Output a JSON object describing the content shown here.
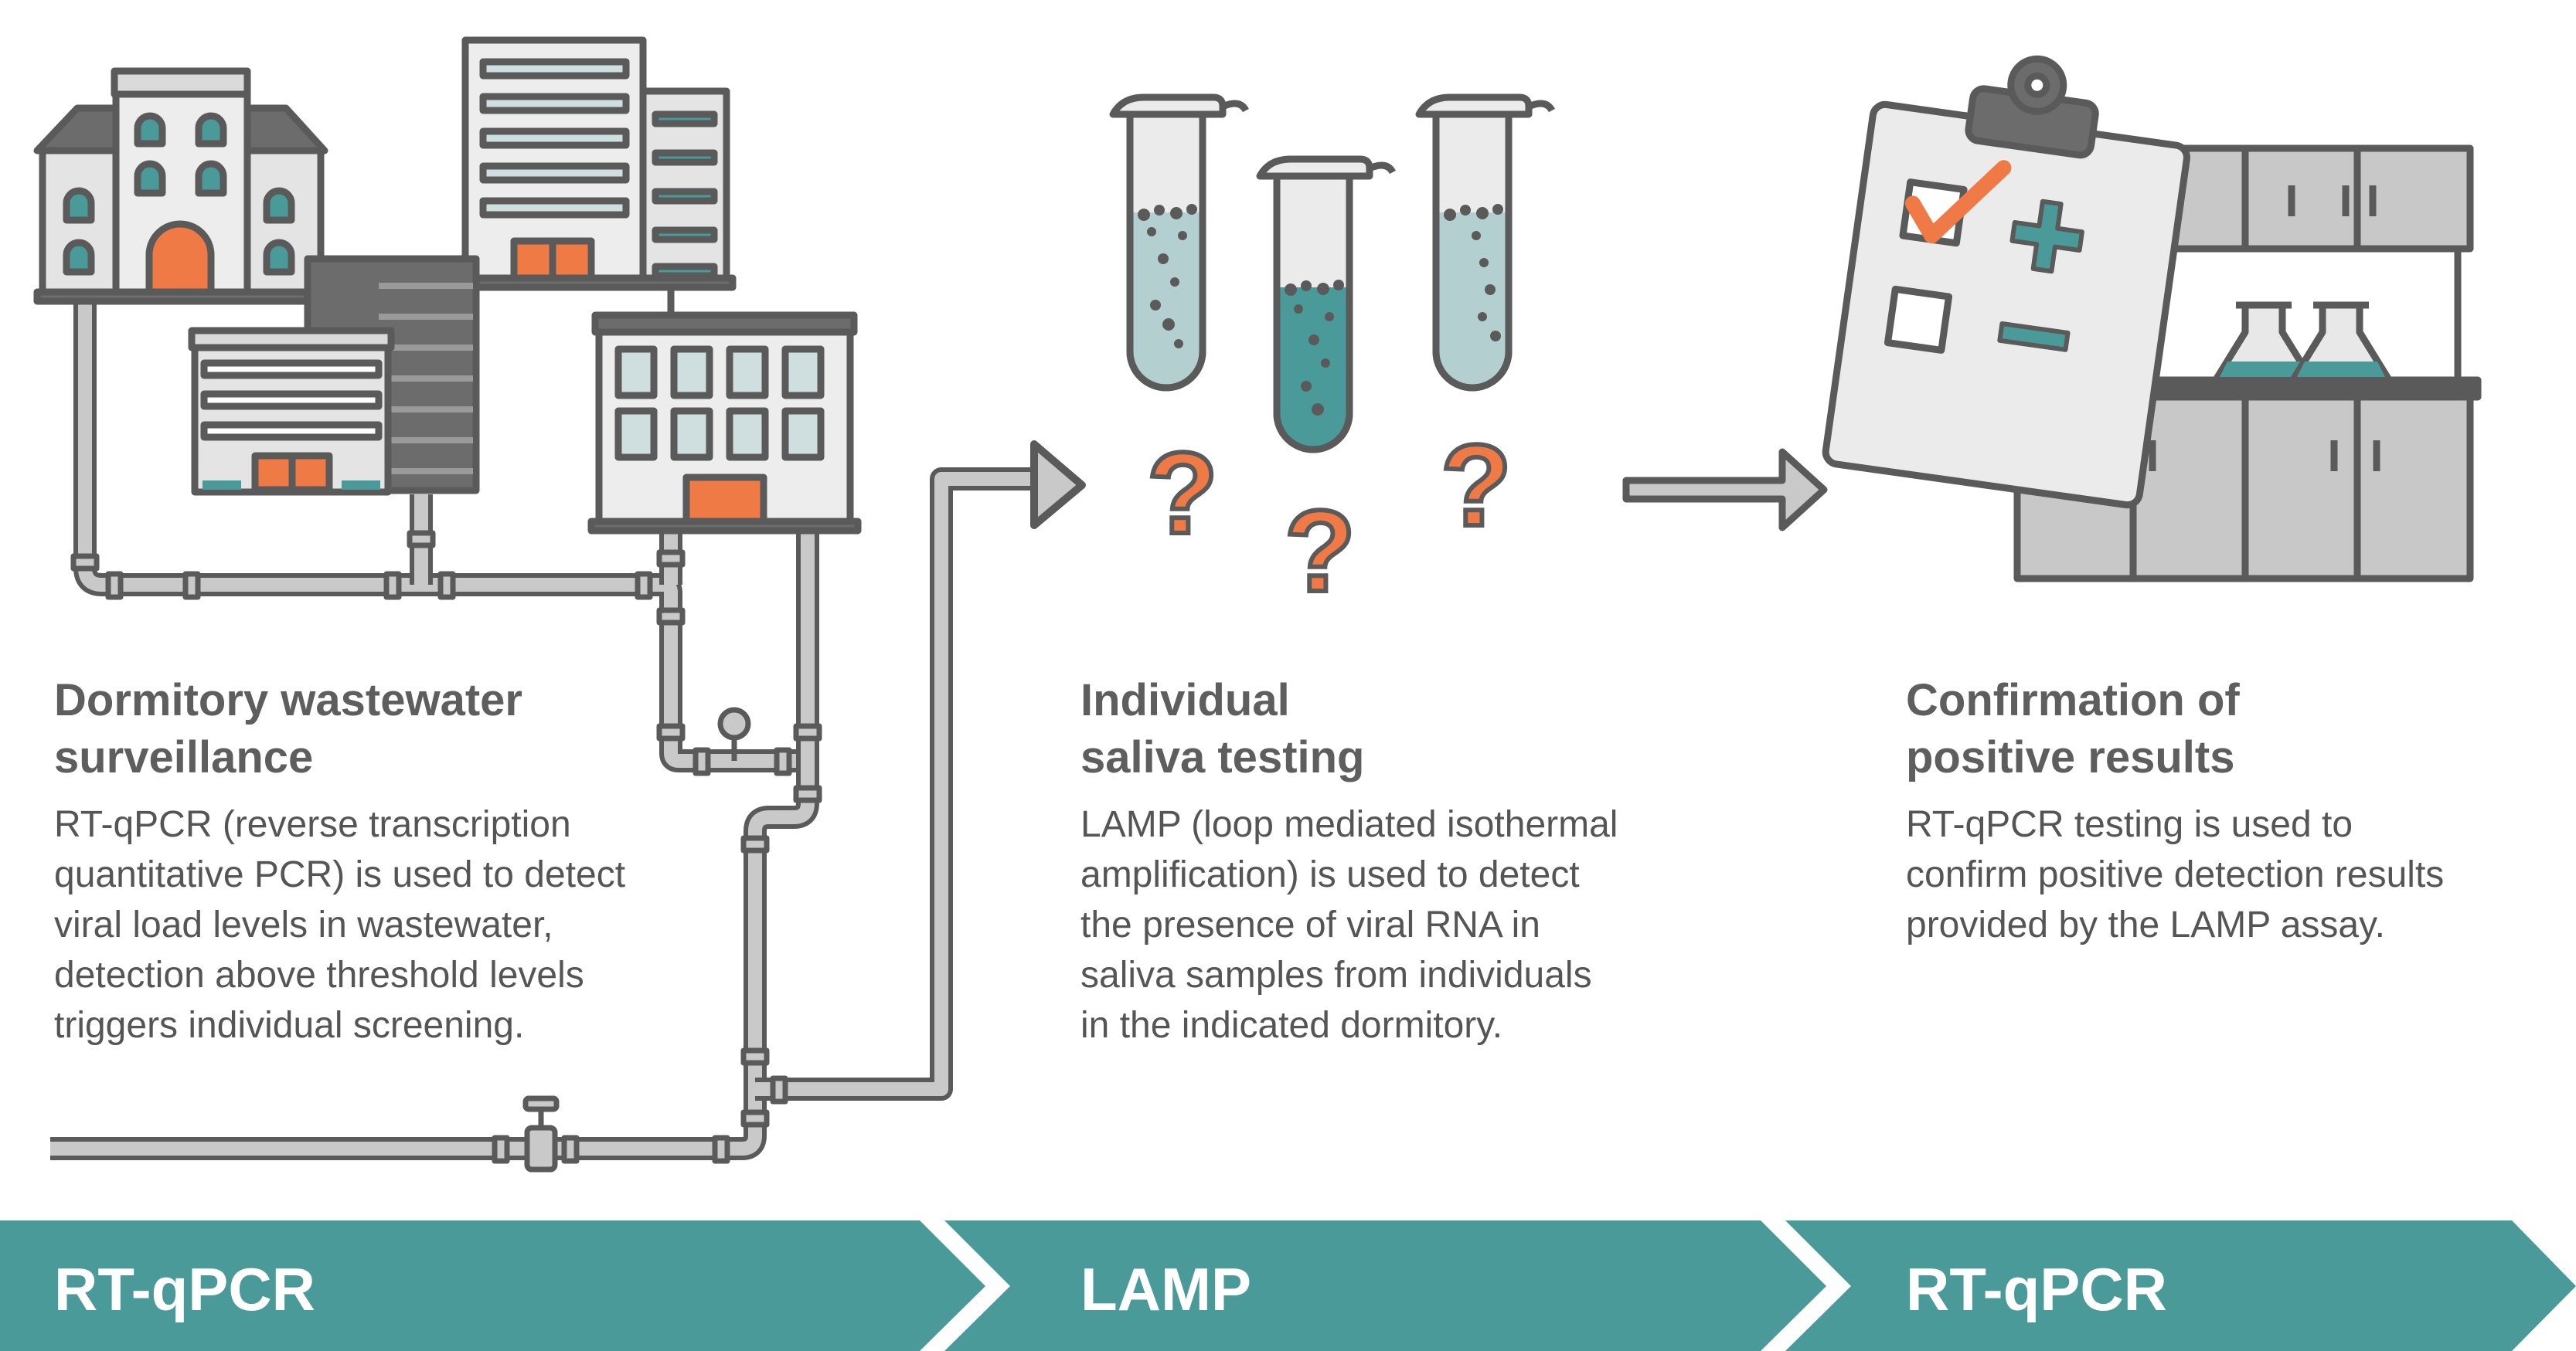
{
  "colors": {
    "teal": "#4a9a9a",
    "orange": "#f07a45",
    "outline": "#5a5a5a",
    "pipe": "#c9c9c9",
    "heading_text": "#5e5e5e",
    "body_text": "#555555",
    "banner_text": "#ffffff"
  },
  "stages": [
    {
      "banner_label": "RT-qPCR",
      "heading_lines": [
        "Dormitory wastewater",
        "surveillance"
      ],
      "description_lines": [
        "RT-qPCR (reverse transcription",
        "quantitative PCR) is used to detect",
        "viral load levels in wastewater,",
        "detection above threshold levels",
        "triggers individual screening."
      ]
    },
    {
      "banner_label": "LAMP",
      "heading_lines": [
        "Individual",
        "saliva testing"
      ],
      "description_lines": [
        "LAMP (loop mediated isothermal",
        "amplification) is used to detect",
        "the presence of viral RNA in",
        "saliva samples from individuals",
        "in the indicated dormitory."
      ]
    },
    {
      "banner_label": "RT-qPCR",
      "heading_lines": [
        "Confirmation of",
        "positive results"
      ],
      "description_lines": [
        "RT-qPCR testing is used to",
        "confirm positive detection results",
        "provided by the LAMP assay."
      ]
    }
  ],
  "icons": {
    "stage1": "buildings-wastewater-pipes-icon",
    "stage2": "saliva-test-tubes-question-icon",
    "stage3": "clipboard-lab-bench-flasks-icon",
    "arrows": "right-arrow-icon",
    "question_mark": "?"
  }
}
